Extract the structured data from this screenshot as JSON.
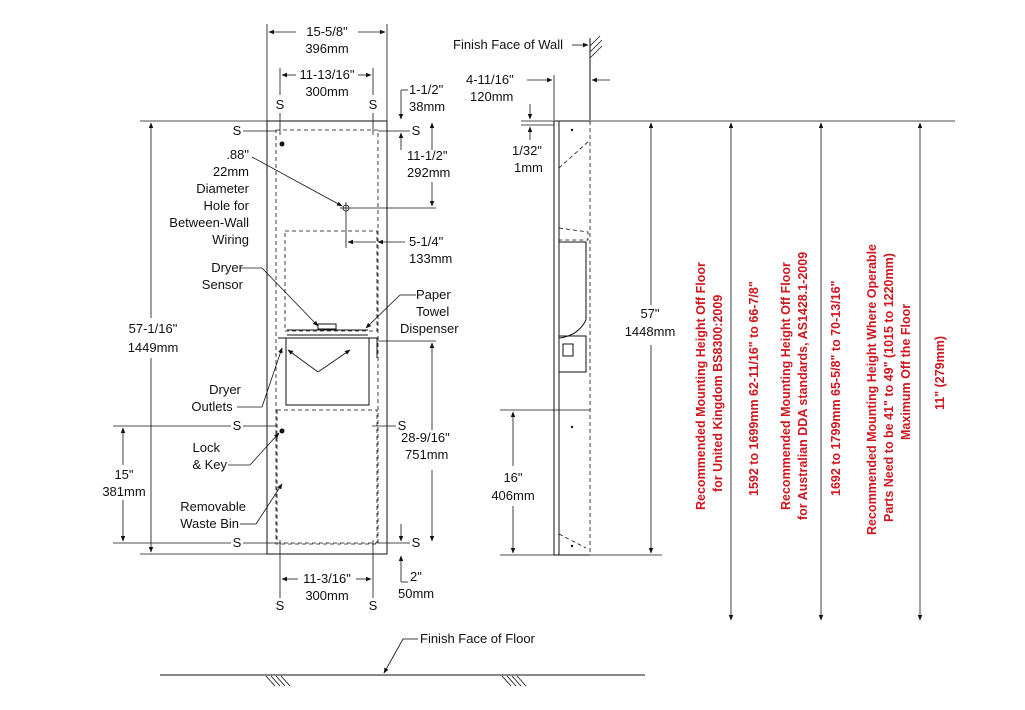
{
  "front_view": {
    "overall_width": {
      "in": "15-5/8\"",
      "mm": "396mm"
    },
    "stud_width_top": {
      "in": "11-13/16\"",
      "mm": "300mm"
    },
    "stud_width_bottom": {
      "in": "11-3/16\"",
      "mm": "300mm"
    },
    "top_offset": {
      "in": "1-1/2\"",
      "mm": "38mm"
    },
    "hole_depth": {
      "in": "11-1/2\"",
      "mm": "292mm"
    },
    "hole_offset": {
      "in": "5-1/4\"",
      "mm": "133mm"
    },
    "overall_height": {
      "in": "57-1/16\"",
      "mm": "1449mm"
    },
    "lower_height": {
      "in": "28-9/16\"",
      "mm": "751mm"
    },
    "lock_height": {
      "in": "15\"",
      "mm": "381mm"
    },
    "bottom_offset": {
      "in": "2\"",
      "mm": "50mm"
    },
    "stud_marker": "S",
    "callouts": {
      "hole": [
        "Diameter",
        "Hole for",
        "Between-Wall",
        "Wiring"
      ],
      "hole_size": {
        "in": ".88\"",
        "mm": "22mm"
      },
      "dryer_sensor": [
        "Dryer",
        "Sensor"
      ],
      "paper_towel": [
        "Paper",
        "Towel",
        "Dispenser"
      ],
      "dryer_outlets": [
        "Dryer",
        "Outlets"
      ],
      "lock_key": [
        "Lock",
        "& Key"
      ],
      "waste_bin": [
        "Removable",
        "Waste Bin"
      ]
    }
  },
  "side_view": {
    "finish_face_wall": "Finish Face of Wall",
    "depth": {
      "in": "4-11/16\"",
      "mm": "120mm"
    },
    "flange": {
      "in": "1/32\"",
      "mm": "1mm"
    },
    "height": {
      "in": "57\"",
      "mm": "1448mm"
    },
    "lower_height": {
      "in": "16\"",
      "mm": "406mm"
    }
  },
  "floor_label": "Finish Face of Floor",
  "mounting_heights": [
    {
      "lines": [
        "Recommended Mounting Height Off Floor",
        "for United Kingdom BS8300:2009"
      ]
    },
    {
      "lines": [
        "1592 to 1699mm    62-11/16\" to 66-7/8\""
      ]
    },
    {
      "lines": [
        "Recommended Mounting Height Off Floor",
        "for Australian DDA standards, AS1428.1-2009"
      ]
    },
    {
      "lines": [
        "1692 to 1799mm    65-5/8\" to 70-13/16\""
      ]
    },
    {
      "lines": [
        "Recommended Mounting Height Where Operable",
        "Parts Need to be 41\" to 49\" (1015 to 1220mm)",
        "Maximum Off the Floor"
      ]
    },
    {
      "lines": [
        "11\" (279mm)"
      ]
    }
  ],
  "colors": {
    "ink": "#111111",
    "annotation": "#d0161e"
  }
}
